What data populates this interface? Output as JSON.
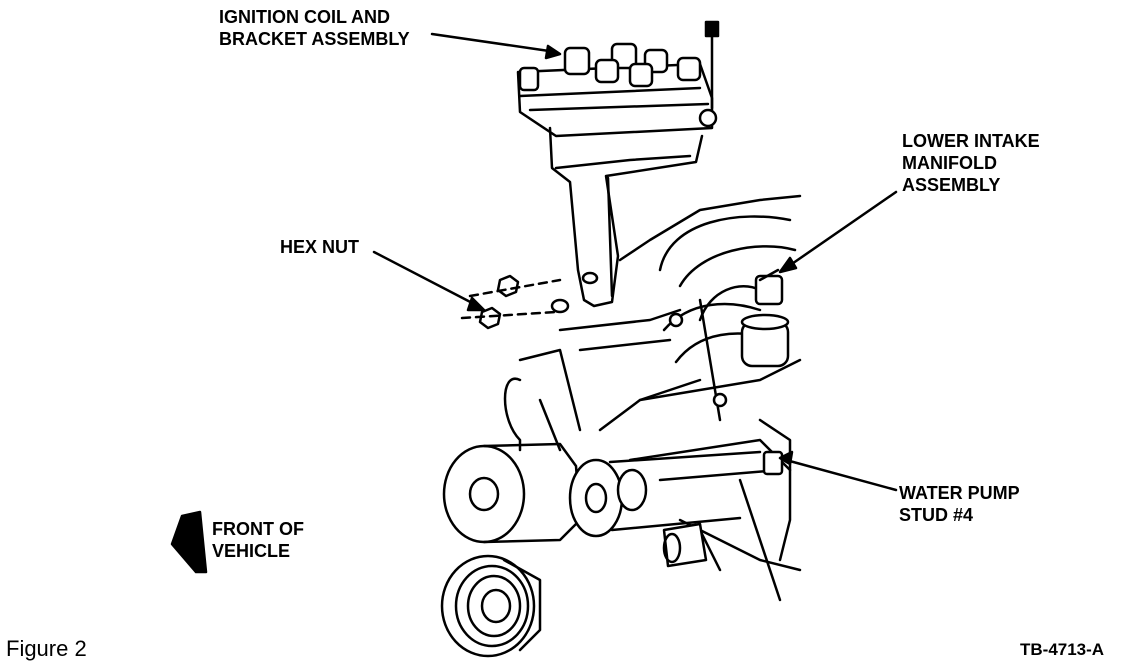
{
  "callouts": {
    "ignition_coil": {
      "line1": "IGNITION COIL AND",
      "line2": "BRACKET ASSEMBLY"
    },
    "lower_intake": {
      "line1": "LOWER INTAKE",
      "line2": "MANIFOLD",
      "line3": "ASSEMBLY"
    },
    "hex_nut": {
      "line1": "HEX NUT"
    },
    "water_pump": {
      "line1": "WATER PUMP",
      "line2": "STUD #4"
    },
    "front_of_vehicle": {
      "line1": "FRONT OF",
      "line2": "VEHICLE"
    }
  },
  "caption": "Figure 2",
  "figure_code": "TB-4713-A"
}
